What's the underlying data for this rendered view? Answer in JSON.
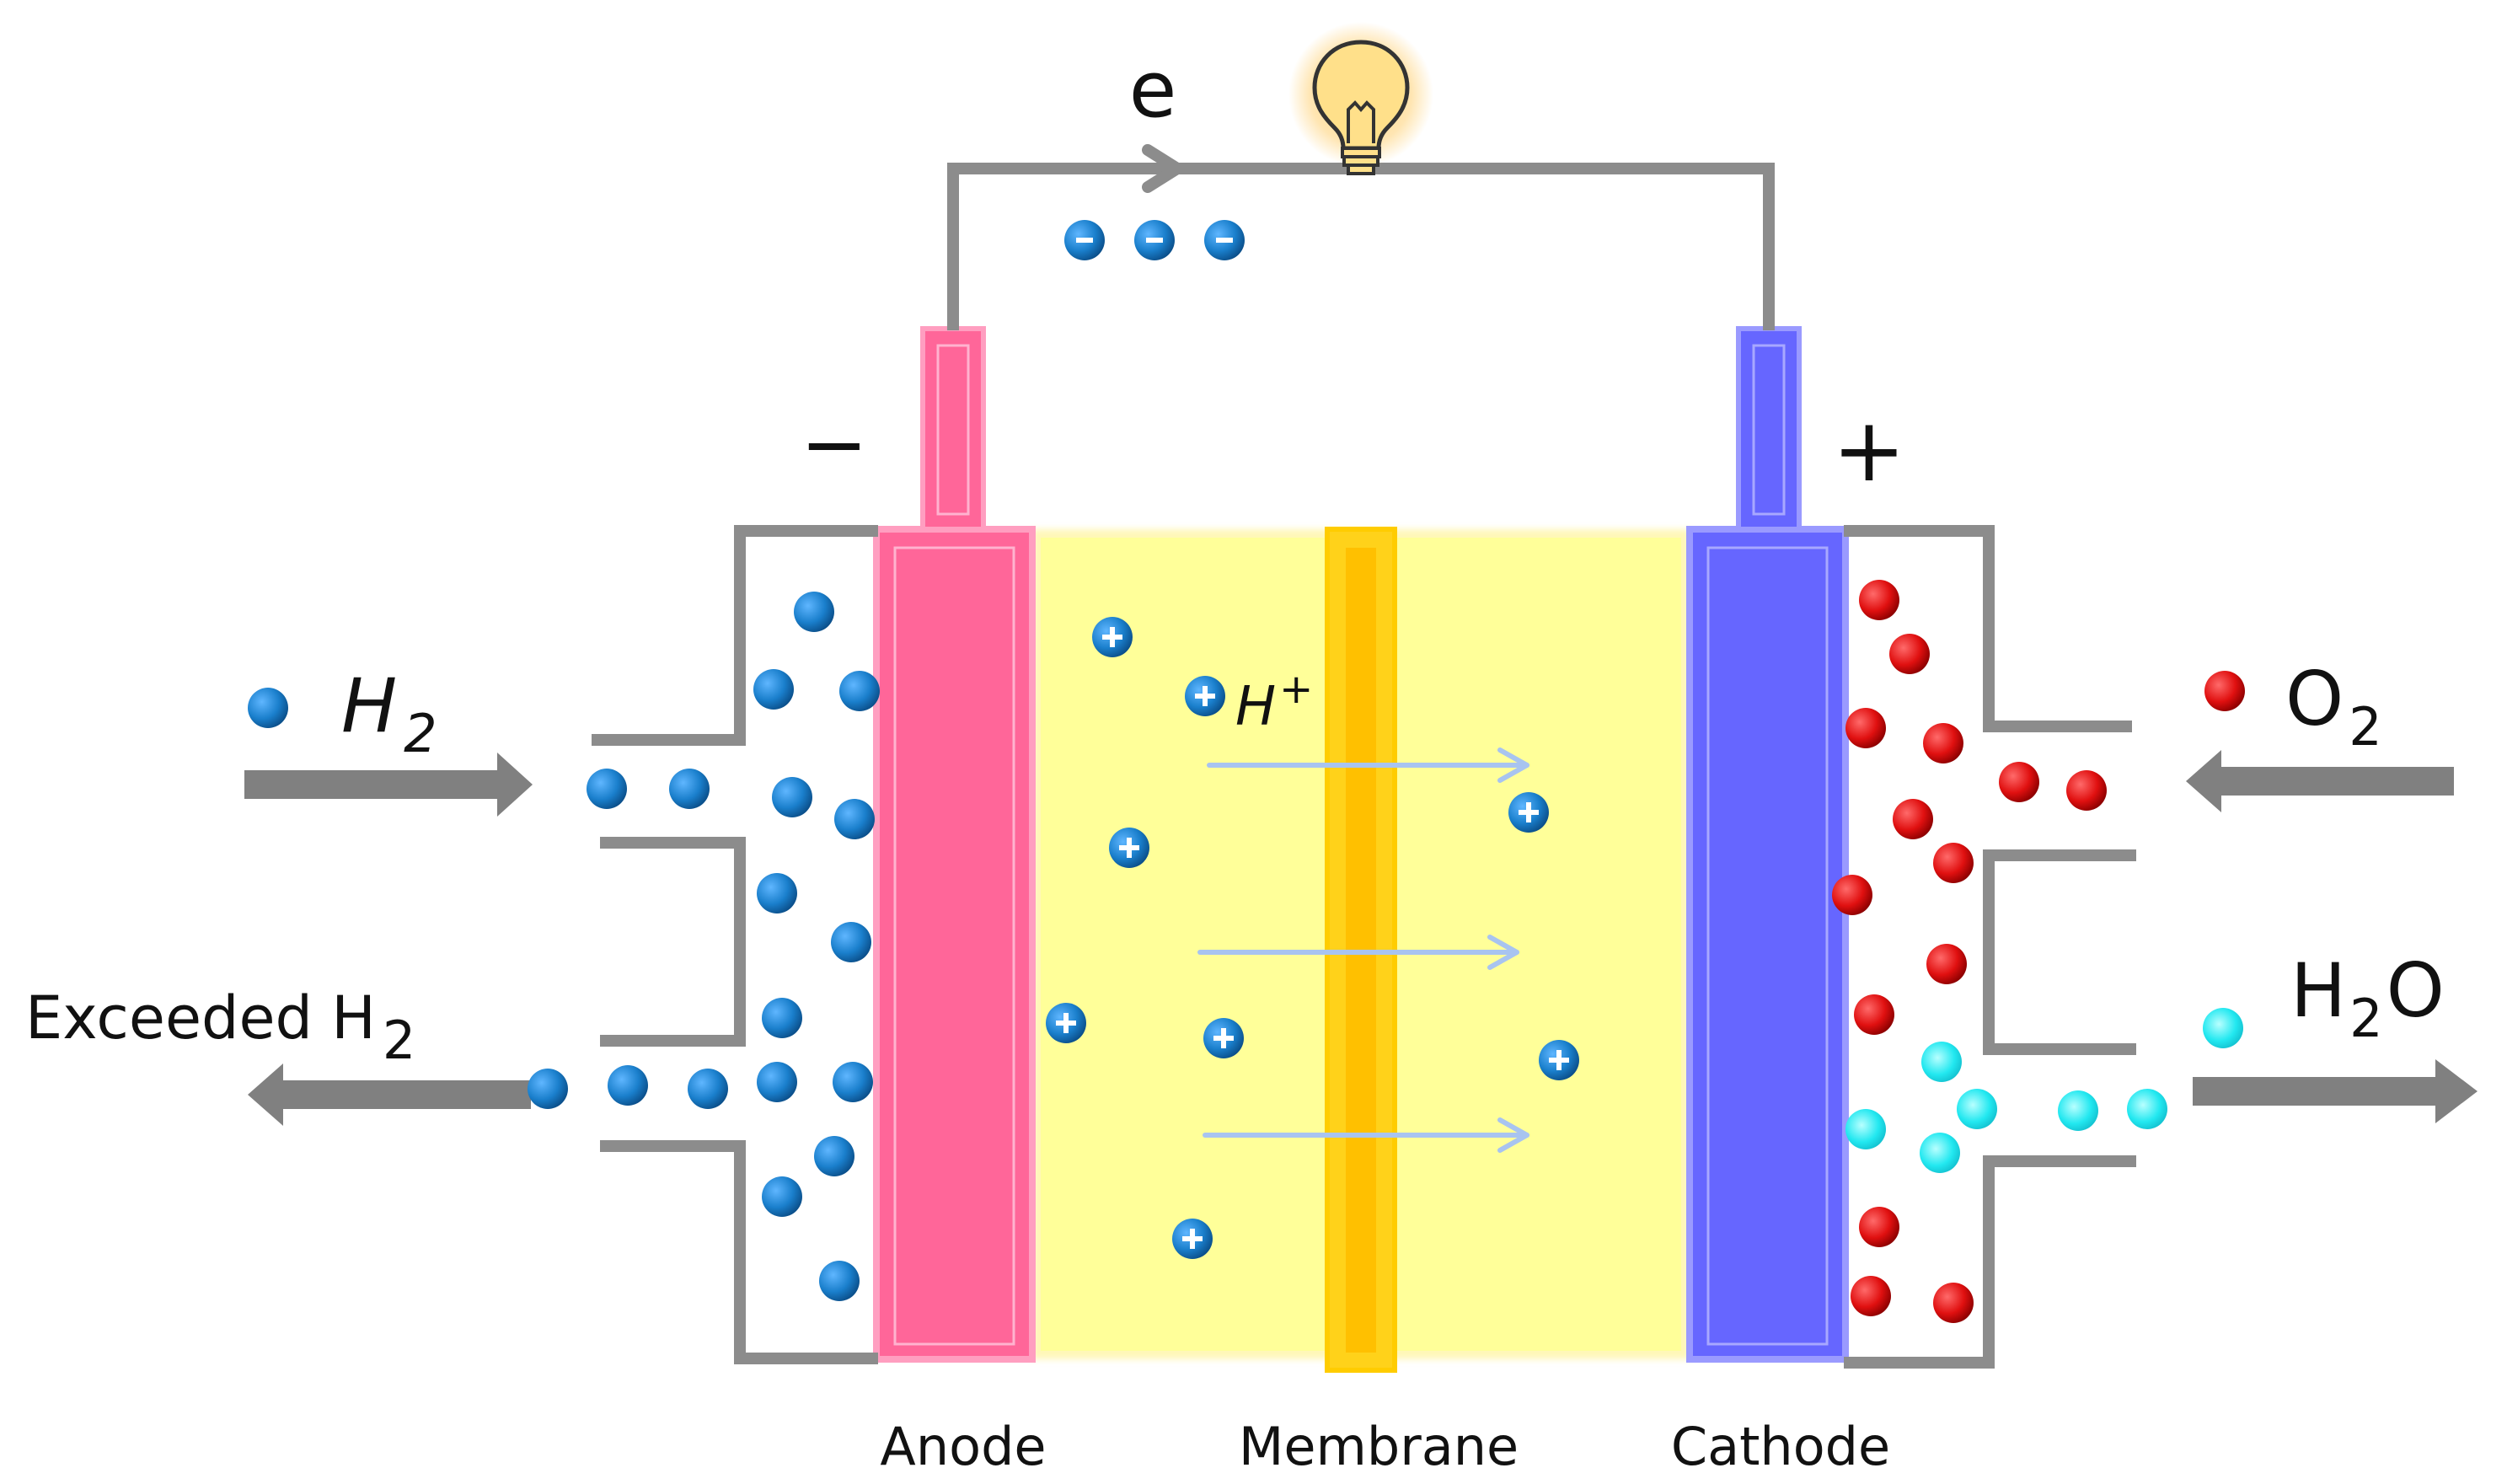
{
  "labels": {
    "electron": "e",
    "negative": "−",
    "positive": "+",
    "h2_in": "H",
    "h2_in_sub": "2",
    "o2_in": "O",
    "o2_in_sub": "2",
    "h2_out": "Exceeded H",
    "h2_out_sub": "2",
    "water": "H",
    "water_sub": "2",
    "water_tail": "O",
    "proton": "H",
    "proton_sup": "+",
    "anode": "Anode",
    "membrane": "Membrane",
    "cathode": "Cathode"
  },
  "colors": {
    "wire": "#8c8c8c",
    "arrow": "#808080",
    "anode": "#ff6699",
    "cathode": "#6666ff",
    "electrolyte": "#ffff99",
    "membrane": "#ffcc00",
    "hydrogen": "#1a7fcc",
    "oxygen": "#e01010",
    "water": "#22e8f0",
    "proton_arrow": "#a8c4f0",
    "bulb_glow": "#ffcc66",
    "bulb": "#ffe08a"
  },
  "icons": {
    "bulb": "light-bulb-icon",
    "electron": "electron-icon",
    "proton": "proton-icon"
  }
}
